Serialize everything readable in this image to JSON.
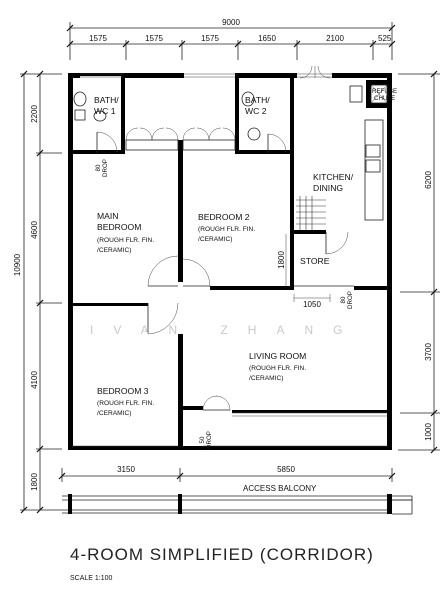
{
  "dimensions": {
    "top_total": "9000",
    "top_segments": [
      "1575",
      "1575",
      "1575",
      "1650",
      "2100",
      "525"
    ],
    "left_total": "10900",
    "left_segments": [
      "2200",
      "4600",
      "4100",
      "1800"
    ],
    "right_segments": [
      "6200",
      "3700",
      "1000"
    ],
    "bottom_segments": [
      "3150",
      "5850"
    ],
    "interior_1800": "1800",
    "interior_1050": "1050"
  },
  "rooms": {
    "bath_wc_1": [
      "BATH/",
      "WC 1"
    ],
    "bath_wc_2": [
      "BATH/",
      "WC 2"
    ],
    "refuse_chute": [
      "REFUSE",
      "CHUTE"
    ],
    "kitchen": [
      "KITCHEN/",
      "DINING"
    ],
    "main_bedroom": [
      "MAIN",
      "BEDROOM",
      "(ROUGH FLR. FIN.",
      "/CERAMIC)"
    ],
    "bedroom_2": [
      "BEDROOM 2",
      "(ROUGH FLR. FIN.",
      "/CERAMIC)"
    ],
    "store": "STORE",
    "living_room": [
      "LIVING ROOM",
      "(ROUGH FLR. FIN.",
      "/CERAMIC)"
    ],
    "bedroom_3": [
      "BEDROOM 3",
      "(ROUGH FLR. FIN.",
      "/CERAMIC)"
    ],
    "access_balcony": "ACCESS BALCONY"
  },
  "drops": {
    "drop_left": [
      "80",
      "DROP"
    ],
    "drop_right": [
      "80",
      "DROP"
    ],
    "drop_bottom": [
      "50",
      "DROP"
    ]
  },
  "watermark": "IVAN ZHANG",
  "title": "4-ROOM SIMPLIFIED (CORRIDOR)",
  "scale": "SCALE  1:100"
}
